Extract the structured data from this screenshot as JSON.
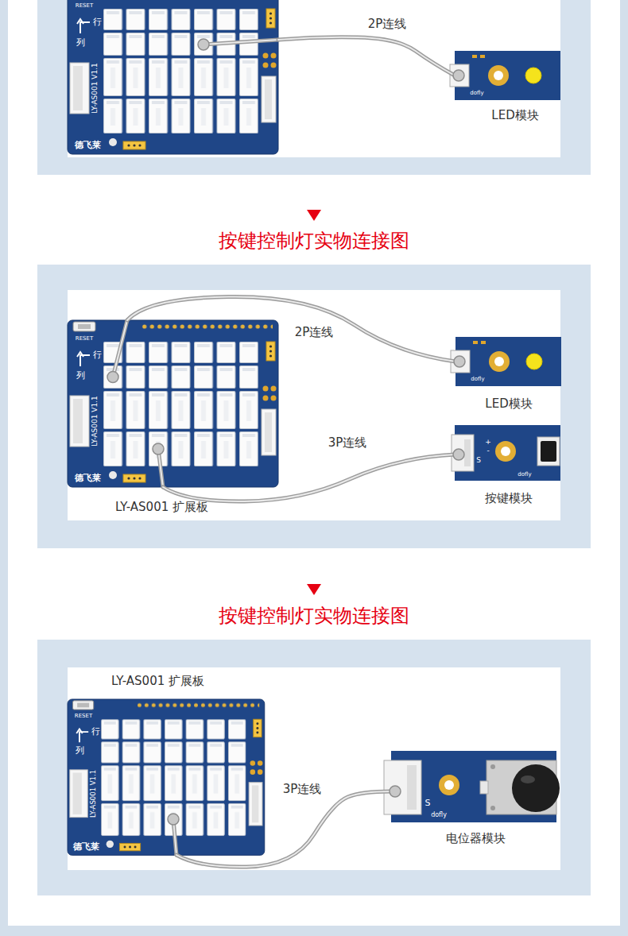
{
  "diagram": {
    "nodes": [
      {
        "text": [
          "LY-AS001 V1.1"
        ]
      },
      {
        "text": [
          "LED模块"
        ]
      },
      {
        "text": [
          "LY-AS001 扩展板",
          "LY-AS001 V1.1"
        ]
      },
      {
        "text": [
          "LED模块"
        ]
      },
      {
        "text": [
          "按键模块"
        ]
      },
      {
        "text": [
          "LY-AS001 扩展板",
          "LY-AS001 V1.1"
        ]
      },
      {
        "text": [
          "电位器模块"
        ]
      }
    ],
    "edges": [
      {
        "from": 0,
        "to": 1,
        "label": "2P连线",
        "arrow": "none"
      },
      {
        "from": 2,
        "to": 3,
        "label": "2P连线",
        "arrow": "none"
      },
      {
        "from": 2,
        "to": 4,
        "label": "3P连线",
        "arrow": "none"
      },
      {
        "from": 5,
        "to": 6,
        "label": "3P连线",
        "arrow": "none"
      }
    ],
    "labels": [
      "RESET",
      "行",
      "列",
      "德飞莱",
      "dofly",
      "按键控制灯实物连接图",
      "RESET",
      "行",
      "列",
      "德飞莱",
      "dofly",
      "+",
      "-",
      "S",
      "dofly",
      "按键控制灯实物连接图",
      "RESET",
      "行",
      "列",
      "德飞莱",
      "S",
      "dofly"
    ]
  }
}
